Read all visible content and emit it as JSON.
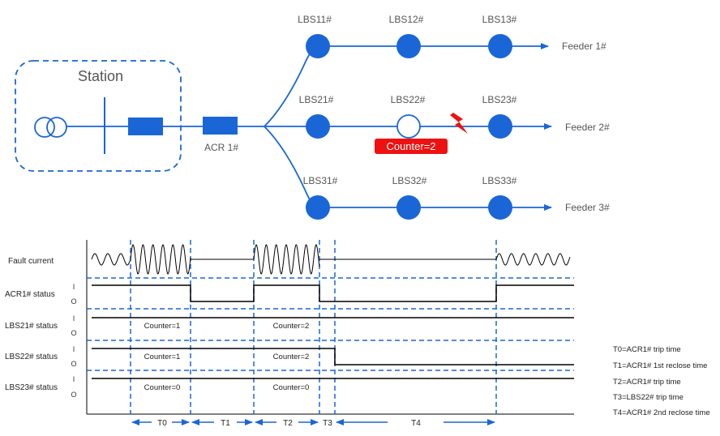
{
  "colors": {
    "blue": "#1a66d6",
    "dash_blue": "#1a66d6",
    "fault_red": "#ee1111",
    "text_gray": "#555555",
    "line_black": "#000000"
  },
  "network": {
    "station_label": "Station",
    "acr_label": "ACR 1#",
    "lbs": {
      "lbs11": "LBS11#",
      "lbs12": "LBS12#",
      "lbs13": "LBS13#",
      "lbs21": "LBS21#",
      "lbs22": "LBS22#",
      "lbs23": "LBS23#",
      "lbs31": "LBS31#",
      "lbs32": "LBS32#",
      "lbs33": "LBS33#"
    },
    "feeders": {
      "f1": "Feeder 1#",
      "f2": "Feeder 2#",
      "f3": "Feeder 3#"
    },
    "counter_badge": "Counter=2",
    "fault_icon": "lightning-bolt-icon"
  },
  "timing": {
    "rows": {
      "fault": "Fault current",
      "acr1": "ACR1# status",
      "lbs21": "LBS21# status",
      "lbs22": "LBS22# status",
      "lbs23": "LBS23# status"
    },
    "state_on": "I",
    "state_off": "O",
    "counters": {
      "lbs21_a": "Counter=1",
      "lbs21_b": "Counter=2",
      "lbs22_a": "Counter=1",
      "lbs22_b": "Counter=2",
      "lbs23_a": "Counter=0",
      "lbs23_b": "Counter=0"
    },
    "intervals": {
      "t0": "T0",
      "t1": "T1",
      "t2": "T2",
      "t3": "T3",
      "t4": "T4"
    }
  },
  "legend": [
    "T0=ACR1# trip time",
    "T1=ACR1# 1st reclose time",
    "T2=ACR1# trip time",
    "T3=LBS22# trip time",
    "T4=ACR1# 2nd reclose time"
  ]
}
